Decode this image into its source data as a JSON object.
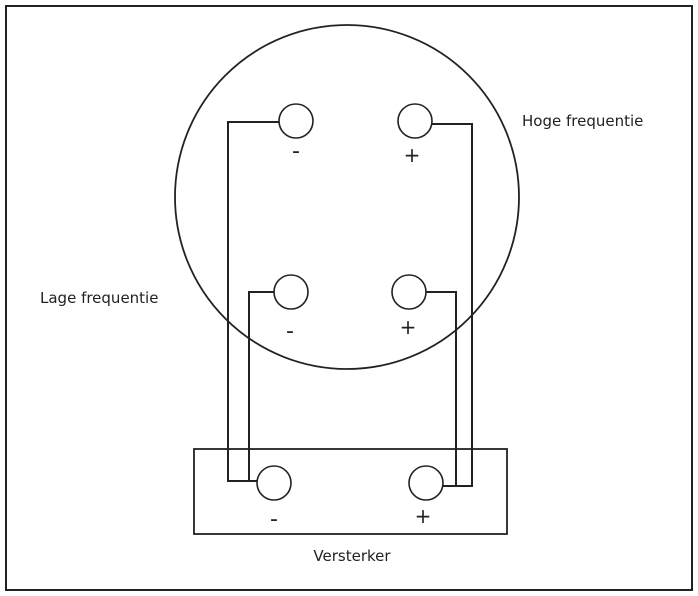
{
  "labels": {
    "high_frequency": "Hoge frequentie",
    "low_frequency": "Lage frequentie",
    "amplifier": "Versterker"
  },
  "polarity": {
    "negative": "-",
    "positive": "+"
  },
  "colors": {
    "line": "#222222",
    "background": "#ffffff"
  }
}
